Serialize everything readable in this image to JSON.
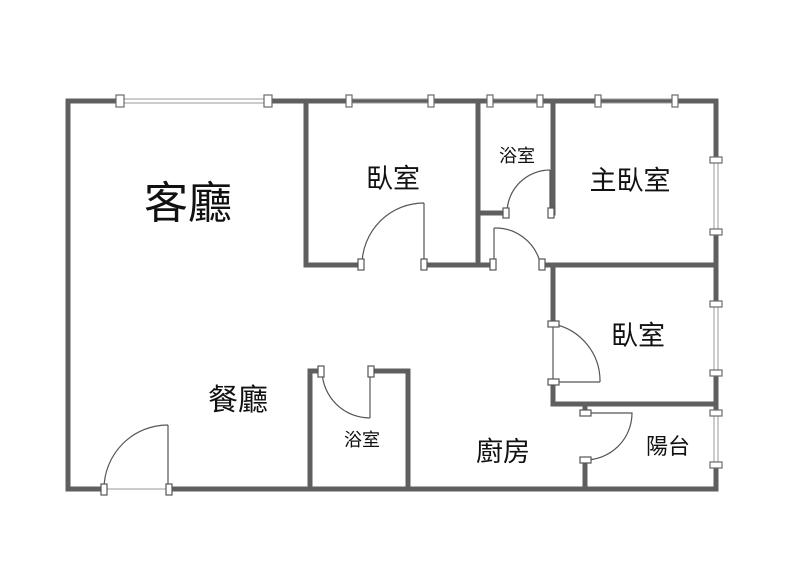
{
  "floor_plan": {
    "rooms": {
      "living_room": "客廳",
      "bedroom_top": "臥室",
      "bathroom_top": "浴室",
      "master_bedroom": "主臥室",
      "bedroom_right": "臥室",
      "dining_room": "餐廳",
      "bathroom_bottom": "浴室",
      "kitchen": "廚房",
      "balcony": "陽台"
    },
    "colors": {
      "wall": "#5f5f5f",
      "background": "#ffffff",
      "text": "#111111"
    }
  }
}
